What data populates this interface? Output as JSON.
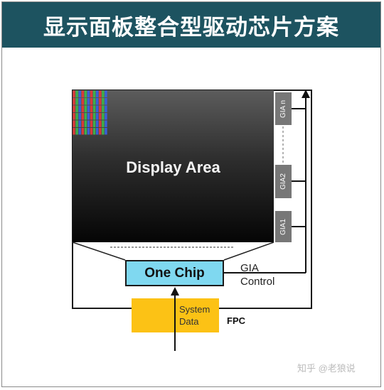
{
  "title": "显示面板整合型驱动芯片方案",
  "display_area": {
    "label": "Display Area"
  },
  "gia_blocks": [
    "GIA n",
    "GIA2",
    "GIA1"
  ],
  "chip": {
    "label": "One Chip"
  },
  "gia_control": {
    "line1": "GIA",
    "line2": "Control"
  },
  "system_data": {
    "line1": "System",
    "line2": "Data"
  },
  "fpc_label": "FPC",
  "watermark": "知乎 @老狼说",
  "colors": {
    "title_bg": "#1d5360",
    "chip_fill": "#7fd8f0",
    "fpc_fill": "#fcc215",
    "gia_fill": "#777777",
    "pixel_red": "#d83a3a",
    "pixel_green": "#3fae4a",
    "pixel_blue": "#3a5fd8"
  }
}
